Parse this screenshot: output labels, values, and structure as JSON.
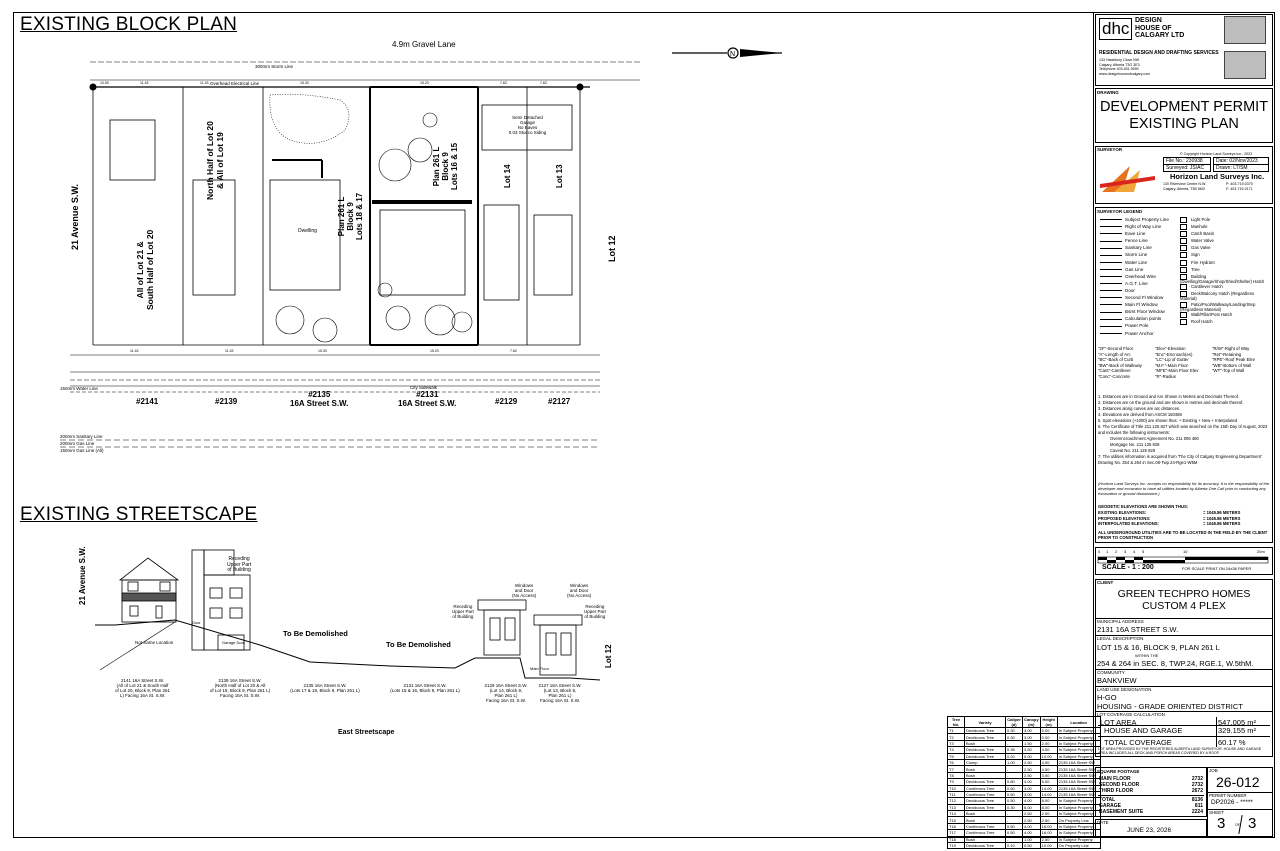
{
  "sections": {
    "block_plan_title": "EXISTING BLOCK PLAN",
    "streetscape_title": "EXISTING STREETSCAPE"
  },
  "plan": {
    "lane": "4.9m Gravel Lane",
    "storm_line_top": "300mm Storm Line",
    "overhead_line": "Overhead Electrical Line",
    "avenue": "21 Avenue S.W.",
    "lot12": "Lot 12",
    "lot13": "Lot 13",
    "lot14": "Lot 14",
    "lots_21_20": [
      "All of Lot 21 &",
      "South Half of Lot 20"
    ],
    "lots_20_19": [
      "North Half of Lot 20",
      "& All of Lot 19"
    ],
    "plan_261l_a": [
      "Plan 261 L",
      "Block 9",
      "Lots 18 & 17"
    ],
    "plan_261l_b": [
      "Plan 261 L",
      "Block 9",
      "Lots 16 & 15"
    ],
    "garage": [
      "Semi Detached",
      "Garage",
      "No Eaves",
      "0.03 Stucco Siding"
    ],
    "addresses": {
      "a2141": "#2141",
      "a2139": "#2139",
      "a2135": [
        "#2135",
        "16A Street S.W."
      ],
      "a2131": [
        "#2131",
        "16A Street S.W."
      ],
      "a2129": "#2129",
      "a2127": "#2127"
    },
    "sewer1": "150mm Water Line",
    "sewer2": "200mm Sanitary Line",
    "sewer3": "200mm Gas Line",
    "sewer4": "150mm Gas Line (All)",
    "city_sidewalk": "City Sidewalk",
    "dwelling": "Dwelling"
  },
  "streetscape": {
    "avenue": "21 Avenue S.W.",
    "lot12": "Lot 12",
    "demolish1": "To Be Demolished",
    "demolish2": "To Be Demolished",
    "receding_upper": [
      "Receding",
      "Upper Part",
      "of Building"
    ],
    "receding_upper_small1": [
      "Receding",
      "Upper Part",
      "of Building"
    ],
    "receding_upper_small2": [
      "Receding",
      "Upper Part",
      "of Building"
    ],
    "windows_no_access1": [
      "Windows",
      "and Door",
      "(No Access)"
    ],
    "windows_no_access2": [
      "Windows",
      "and Door",
      "(No Access)"
    ],
    "not_same_location": "Not Same Location",
    "garage_door": "Garage Door",
    "door": "Door",
    "main_floor": "Main Floor",
    "caption": "East Streetscape",
    "descriptions": [
      [
        "2141 16A Street S.W.",
        "(All of Lot 21 & South Half",
        "of Lot 20, Block 9, Plan 261",
        "L) Facing 16A St. S.W."
      ],
      [
        "2139 16A Street S.W.",
        "(North Half of Lot 20 & All",
        "of Lot 19, Block 9, Plan 261 L)",
        "Facing 16A St. S.W."
      ],
      [
        "2135 16A Street S.W.",
        "(Lots 17 & 18, Block 9, Plan 261 L)"
      ],
      [
        "2131 16A Street S.W.",
        "(Lots 15 & 16, Block 9, Plan 261 L)"
      ],
      [
        "2129 16A Street S.W.",
        "(Lot 14, Block 9,",
        "Plan 261 L)",
        "Facing 16A St. S.W."
      ],
      [
        "2127 16A Street S.W.",
        "(Lot 13, Block 9,",
        "Plan 261 L)",
        "Facing 16A St. S.W."
      ]
    ]
  },
  "tree_table": {
    "headers": [
      "Tree No.",
      "Variety",
      "Caliper (d)",
      "Canopy (m)",
      "Height (m)",
      "Location"
    ],
    "rows": [
      [
        "T1",
        "Deciduous Tree",
        "0.30",
        "3.00",
        "0.00",
        "In Subject Property"
      ],
      [
        "T2",
        "Deciduous Tree",
        "0.30",
        "3.00",
        "0.00",
        "In Subject Property"
      ],
      [
        "T3",
        "Bush",
        "-",
        "1.50",
        "2.00",
        "In Subject Property"
      ],
      [
        "T4",
        "Deciduous Tree",
        "0.35",
        "3.50",
        "4.50",
        "In Subject Property"
      ],
      [
        "T5",
        "Deciduous Tree",
        "0.20",
        "5.00",
        "10.00",
        "In Subject Property"
      ],
      [
        "T6",
        "Clump",
        "1.00",
        "2.50",
        "4.50",
        "2135 16A Street SW"
      ],
      [
        "T7",
        "Bush",
        "-",
        "2.50",
        "4.50",
        "2135 16A Street SW"
      ],
      [
        "T8",
        "Bush",
        "-",
        "2.50",
        "3.50",
        "2135 16A Street SW"
      ],
      [
        "T9",
        "Deciduous Tree",
        "0.80",
        "4.00",
        "6.00",
        "2135 16A Street SW"
      ],
      [
        "T10",
        "Coniferous Tree",
        "0.50",
        "3.00",
        "14.00",
        "2135 16A Street SW"
      ],
      [
        "T11",
        "Coniferous Tree",
        "0.50",
        "3.00",
        "14.00",
        "2135 16A Street SW"
      ],
      [
        "T12",
        "Deciduous Tree",
        "0.50",
        "4.00",
        "8.00",
        "In Subject Property"
      ],
      [
        "T13",
        "Deciduous Tree",
        "0.30",
        "6.00",
        "8.00",
        "In Subject Property"
      ],
      [
        "T14",
        "Bush",
        "-",
        "2.50",
        "2.50",
        "In Subject Property"
      ],
      [
        "T15",
        "Bush",
        "-",
        "2.50",
        "2.50",
        "On Property Line"
      ],
      [
        "T16",
        "Coniferous Tree",
        "0.50",
        "4.00",
        "16.00",
        "In Subject Property"
      ],
      [
        "T17",
        "Coniferous Tree",
        "0.50",
        "4.00",
        "16.00",
        "In Subject Property"
      ],
      [
        "T18",
        "Bush",
        "-",
        "1.00",
        "2.50",
        "In Subject Property"
      ],
      [
        "T19",
        "Deciduous Tree",
        "0.10",
        "0.50",
        "10.00",
        "On Property Line"
      ]
    ]
  },
  "title_block": {
    "company_logo": "dhc",
    "company_name": [
      "DESIGN",
      "HOUSE OF",
      "CALGARY LTD"
    ],
    "services": "RESIDENTIAL DESIGN AND DRAFTING SERVICES",
    "address_lines": [
      "133 Hawkbury Close NW",
      "Calgary, Alberta T3G 3E3",
      "Telephone 403.451.9590",
      "www.designhouseofcalgary.com"
    ],
    "drawing_label": "DRAWING",
    "drawing_title": [
      "DEVELOPMENT PERMIT",
      "EXISTING PLAN"
    ],
    "surveyor_label": "SURVEYOR",
    "surveyor_copyright": "© Copyright Horizon Land Surveys Inc., 2023",
    "file_no": "File No.: 230938",
    "date": "Date: 02/Nov/2023",
    "surveyed": "Surveyed: JS/AC",
    "drawn": "Drawn: LT/SM",
    "surveyor_name": "Horizon Land Surveys Inc.",
    "surveyor_addr": [
      "130 Riverview Centre N.W.",
      "Calgary, Alberta, T3B 5M3"
    ],
    "surveyor_phone": [
      "P: 403-719-0370",
      "F: 403-719-0171"
    ],
    "legend_label": "SURVEYOR LEGEND",
    "legend_left": [
      "Subject Property Line",
      "Right of Way Line",
      "Eave Line",
      "Fence Line",
      "Sanitary Line",
      "Storm Line",
      "Water Line",
      "Gas Line",
      "Overhead Wire",
      "A.G.T. Line",
      "Door",
      "Second Fl Window",
      "Main Fl Window",
      "Bsmt Floor Window",
      "Calculation points",
      "Power Pole",
      "Power Anchor"
    ],
    "legend_right": [
      "Light Pole",
      "Manhole",
      "Catch Basin",
      "Water Valve",
      "Gas Valve",
      "Sign",
      "Fire Hydrant",
      "Tree",
      "Building (Dwelling/Garage/Shop/Shed/Shelter) Hatch",
      "Cantilever Hatch",
      "Deck/Balcony Hatch (Regardless Material)",
      "Patio/Pool/Walkway/Landing/Step (Regardless Material)",
      "Wall/Pillar/Post Hatch",
      "Roof Hatch"
    ],
    "abbrev": [
      [
        "\"2F\"-Second Floor",
        "\"Elev\"-Elevation",
        "\"R/W\"-Right of Way"
      ],
      [
        "\"A\"-Length of Arc",
        "\"Enc\"-Encroach(es)",
        "\"Ret\"-Retaining"
      ],
      [
        "\"BC\"-Back of Curb",
        "\"LC\"-Lip of Gutter",
        "\"RPE\"-Roof Peak Elev"
      ],
      [
        "\"BW\"-Back of Walkway",
        "\"M.F.\"-Main Floor",
        "\"WB\"-Bottom of Wall"
      ],
      [
        "\"Cant\"-Cantilever",
        "\"MFE\"-Main Floor Elev",
        "\"WT\"-Top of Wall"
      ],
      [
        "\"Conc\"-Concrete",
        "\"R\"-Radius",
        ""
      ]
    ],
    "notes": [
      "1. Distances are in Ground and Are Shown in Metres and Decimals Thereof.",
      "2. Distances are on the ground and are shown in metres and decimals thereof.",
      "3. Distances along curves are arc distances.",
      "4. Elevations are derived from ASCM 150488",
      "5. Spot elevations (+1000) are shown thus: + Existing  + New  + Interpolated",
      "6. The Certificate of Title 211 125 827 which was searched on the 15th Day of August, 2023 and includes the following instruments:",
      "Overencroachment Agreement No. 211 006 480",
      "Mortgage No. 211 125 828",
      "Caveat No. 211 125 829",
      "7. The utilities information is acquired from 'The City of Calgary Engineering Department' Drawing No. 254 & 264 in Sec.08-Twp.24-Rge1-W5M"
    ],
    "disclaimer": "(Horizon Land Surveys Inc. accepts no responsibility for its accuracy. It is the responsibility of the developer and excavator to have all utilities located by Alberta One Call prior to conducting any excavation or ground disturbance.)",
    "geo_label": "GEODETIC ELEVATIONS ARE SHOWN THUS:",
    "geo_rows": [
      [
        "EXISTING ELEVATIONS:",
        "= 1045.86 METERS"
      ],
      [
        "PROPOSED ELEVATIONS:",
        "= 1045.86 METERS"
      ],
      [
        "INTERPOLATED ELEVATIONS:",
        "= 1045.86 METERS"
      ]
    ],
    "utilities_note": "ALL UNDERGROUND UTILITIES ARE TO BE LOCATED IN THE FIELD BY THE CLIENT PRIOR TO CONSTRUCTION",
    "scale_ticks": [
      "0",
      "1",
      "2",
      "3",
      "4",
      "5",
      "10",
      "20m"
    ],
    "scale": "SCALE - 1 : 200",
    "scale_note": "FOR SCALE PRINT ON 24x36 PAPER",
    "client_label": "CLIENT",
    "client": [
      "GREEN TECHPRO HOMES",
      "CUSTOM  4 PLEX"
    ],
    "municipal_label": "MUNICIPAL ADDRESS",
    "municipal": "2131  16A  STREET  S.W.",
    "legal_label": "LEGAL DESCRIPTION",
    "legal": "LOT  15 & 16,  BLOCK 9,  PLAN  261 L",
    "within": "WITHIN THE",
    "sec": "254 & 264 in SEC. 8,  TWP.24,  RGE.1,  W.5thM.",
    "community_label": "COMMUNITY",
    "community": "BANKVIEW",
    "landuse_label": "LAND USE DESIGNATION",
    "landuse": [
      "H-GO",
      "HOUSING - GRADE ORIENTED DISTRICT"
    ],
    "coverage_label": "LOT COVERAGE CALCULATION",
    "coverage": [
      [
        "LOT AREA",
        "547.005 m²"
      ],
      [
        "HOUSE AND GARAGE",
        "329.155 m²"
      ],
      [
        "TOTAL COVERAGE",
        "60.17 %"
      ]
    ],
    "coverage_note": "LOT AREA PROVIDED BY THE REGISTERED ALBERTA LAND SURVEYOR. HOUSE AND GARAGE AREA INCLUDES ALL DECK AND PORCH AREAS COVERED BY A ROOF.",
    "sqft_label": "SQUARE FOOTAGE",
    "sqft": [
      [
        "MAIN FLOOR",
        "2732"
      ],
      [
        "SECOND FLOOR",
        "2732"
      ],
      [
        "THIRD FLOOR",
        "2672"
      ]
    ],
    "sqft_totals": [
      [
        "TOTAL",
        "8136"
      ],
      [
        "GARAGE",
        "811"
      ],
      [
        "BASEMENT SUITE",
        "2224"
      ]
    ],
    "job_label": "JOB",
    "job": "26-012",
    "permit_label": "PERMIT NUMBER",
    "permit": "DP2026 - *****",
    "sheet_label": "SHEET",
    "sheet_num": "3",
    "sheet_of": "OF",
    "sheet_total": "3",
    "date_label": "DATE",
    "date_value": "JUNE 23, 2026"
  }
}
